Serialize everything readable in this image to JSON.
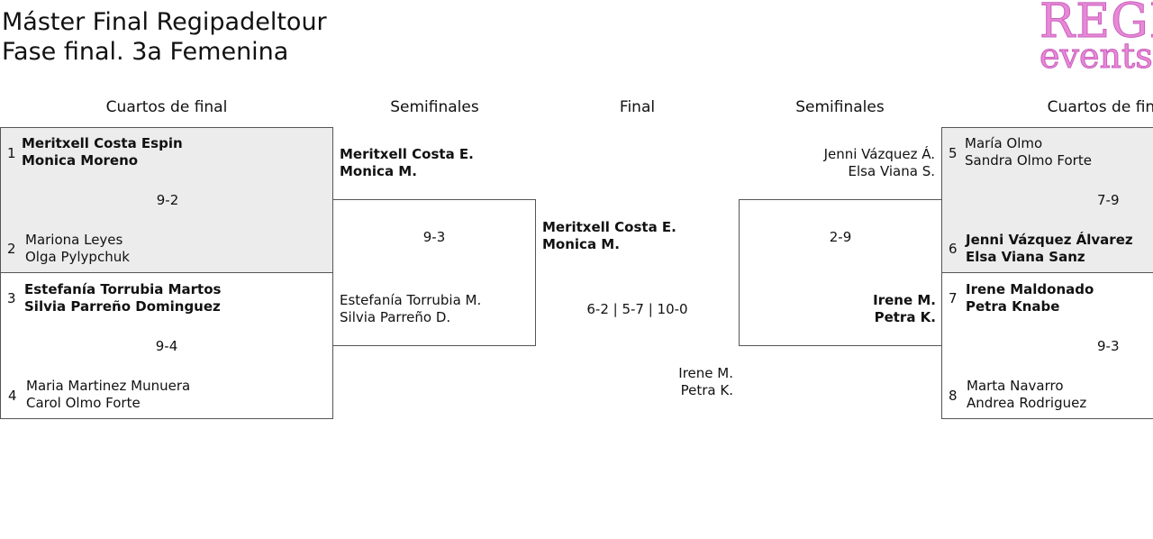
{
  "title": {
    "line1": "Máster Final Regipadeltour",
    "line2": "Fase final. 3a Femenina"
  },
  "logo": {
    "line1": "REGI",
    "line2": "events"
  },
  "rounds": {
    "qf_left": "Cuartos de final",
    "sf_left": "Semifinales",
    "final": "Final",
    "sf_right": "Semifinales",
    "qf_right": "Cuartos de final"
  },
  "qf_left": [
    {
      "seed_a": "1",
      "a1": "Meritxell Costa Espin",
      "a2": "Monica Moreno",
      "score": "9-2",
      "seed_b": "2",
      "b1": "Mariona Leyes",
      "b2": "Olga Pylypchuk"
    },
    {
      "seed_a": "3",
      "a1": "Estefanía Torrubia Martos",
      "a2": "Silvia Parreño Dominguez",
      "score": "9-4",
      "seed_b": "4",
      "b1": "Maria Martinez Munuera",
      "b2": "Carol Olmo Forte"
    }
  ],
  "sf_left": {
    "a1": "Meritxell Costa E.",
    "a2": "Monica M.",
    "score": "9-3",
    "b1": "Estefanía Torrubia M.",
    "b2": "Silvia Parreño D."
  },
  "final": {
    "a1": "Meritxell Costa E.",
    "a2": "Monica M.",
    "score": "6-2 | 5-7 | 10-0",
    "b1": "Irene M.",
    "b2": "Petra K."
  },
  "sf_right": {
    "a1": "Jenni Vázquez Á.",
    "a2": "Elsa Viana S.",
    "score": "2-9",
    "b1": "Irene M.",
    "b2": "Petra K."
  },
  "qf_right": [
    {
      "seed_a": "5",
      "a1": "María Olmo",
      "a2": "Sandra Olmo Forte",
      "score": "7-9",
      "seed_b": "6",
      "b1": "Jenni Vázquez Álvarez",
      "b2": "Elsa Viana Sanz"
    },
    {
      "seed_a": "7",
      "a1": "Irene Maldonado",
      "a2": "Petra Knabe",
      "score": "9-3",
      "seed_b": "8",
      "b1": "Marta Navarro",
      "b2": "Andrea Rodriguez"
    }
  ],
  "colors": {
    "gray_box": "#ececec",
    "logo_pink": "#e889d7",
    "border": "#555555"
  }
}
